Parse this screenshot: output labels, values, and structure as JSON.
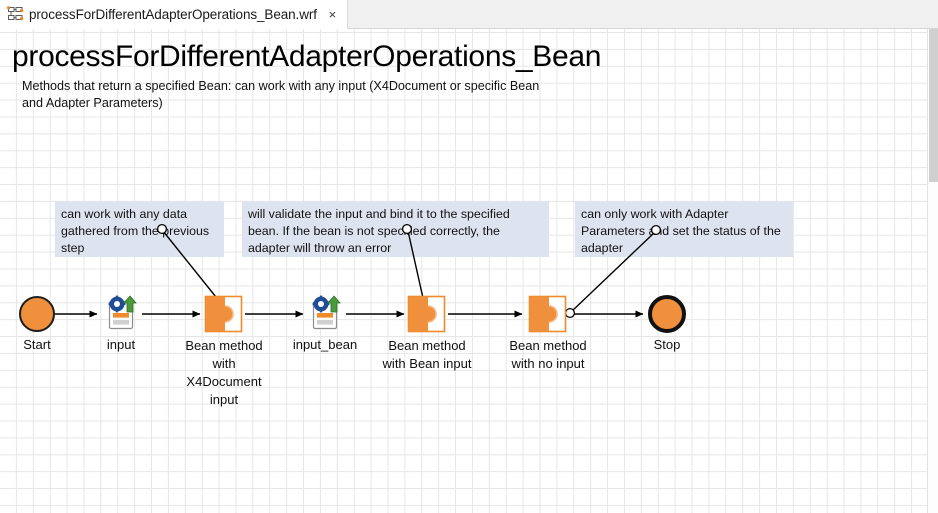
{
  "tab": {
    "icon": "workflow-diagram-icon",
    "label": "processForDifferentAdapterOperations_Bean.wrf",
    "close": "×"
  },
  "diagram": {
    "title": "processForDifferentAdapterOperations_Bean",
    "subtitle": "Methods that return a specified Bean: can work with any input (X4Document or specific Bean and Adapter Parameters)",
    "notes": [
      {
        "id": "note-previous-step",
        "text": "can work with any data gathered from the previous step"
      },
      {
        "id": "note-validate-bind",
        "text": "will validate the input and bind it to the specified bean. If the bean is not specified correctly, the adapter will throw an error"
      },
      {
        "id": "note-adapter-parameters",
        "text": "can only work with Adapter Parameters and set the status of the adapter"
      }
    ],
    "nodes": [
      {
        "id": "node-start",
        "label": "Start",
        "type": "start-terminal"
      },
      {
        "id": "node-input",
        "label": "input",
        "type": "document-gear-icon"
      },
      {
        "id": "node-bean-x4document",
        "label": "Bean method\nwith\nX4Document\ninput",
        "type": "puzzle-piece-icon"
      },
      {
        "id": "node-input-bean",
        "label": "input_bean",
        "type": "document-gear-icon"
      },
      {
        "id": "node-bean-bean-input",
        "label": "Bean method\nwith Bean input",
        "type": "puzzle-piece-icon"
      },
      {
        "id": "node-bean-no-input",
        "label": "Bean method\nwith no input",
        "type": "puzzle-piece-icon"
      },
      {
        "id": "node-stop",
        "label": "Stop",
        "type": "stop-terminal"
      }
    ]
  },
  "colors": {
    "accent_orange": "#f0903c",
    "note_background": "#dde3ef",
    "grid_line": "#e6e6e6",
    "tab_bar": "#f0f0f0",
    "gear_blue": "#1f4e96",
    "arrow_green": "#4a9a3c"
  }
}
